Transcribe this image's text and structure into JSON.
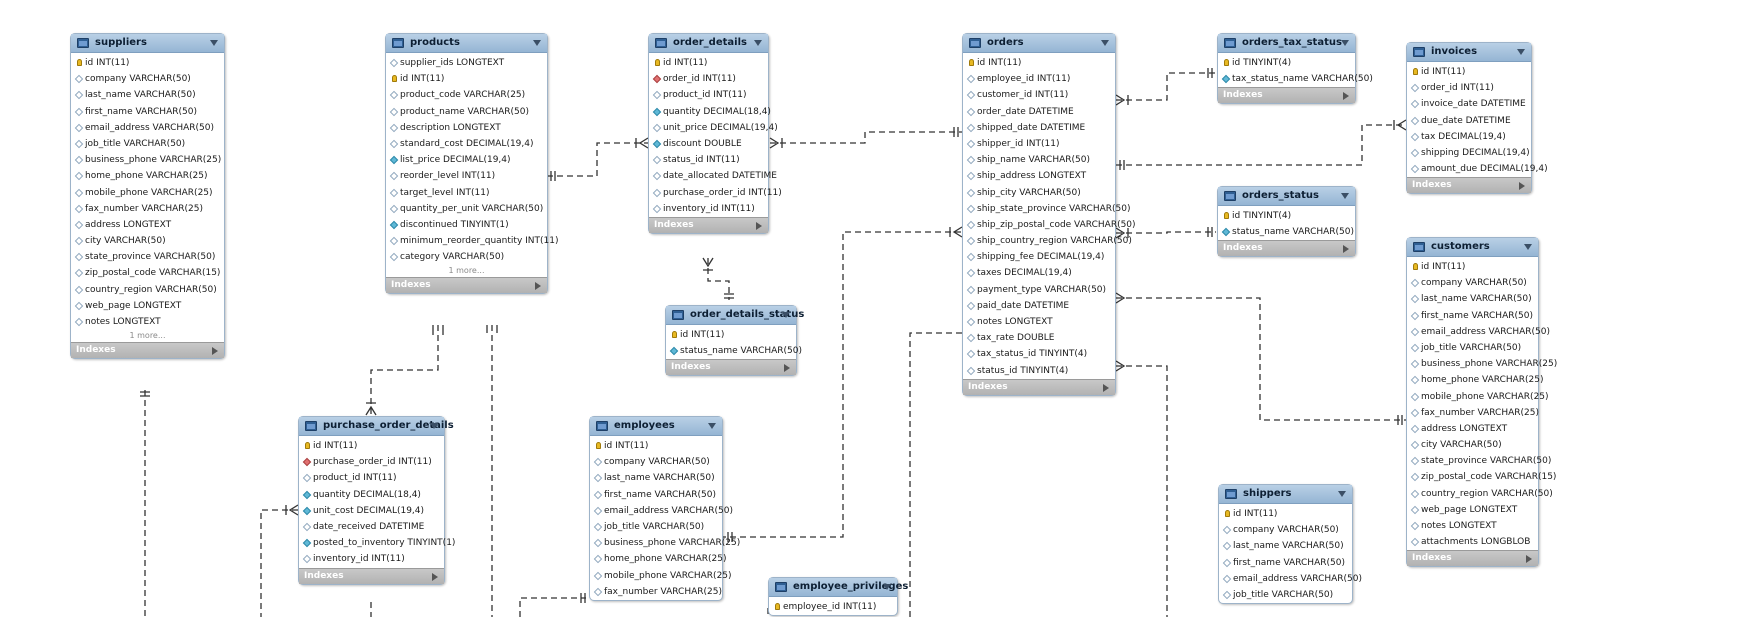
{
  "tables": [
    {
      "key": "suppliers",
      "name": "suppliers",
      "more": "1 more...",
      "indexes": "Indexes",
      "columns": [
        {
          "t": "id INT(11)",
          "k": "pk"
        },
        {
          "t": "company VARCHAR(50)",
          "k": "col-plain"
        },
        {
          "t": "last_name VARCHAR(50)",
          "k": "col-plain"
        },
        {
          "t": "first_name VARCHAR(50)",
          "k": "col-plain"
        },
        {
          "t": "email_address VARCHAR(50)",
          "k": "col-plain"
        },
        {
          "t": "job_title VARCHAR(50)",
          "k": "col-plain"
        },
        {
          "t": "business_phone VARCHAR(25)",
          "k": "col-plain"
        },
        {
          "t": "home_phone VARCHAR(25)",
          "k": "col-plain"
        },
        {
          "t": "mobile_phone VARCHAR(25)",
          "k": "col-plain"
        },
        {
          "t": "fax_number VARCHAR(25)",
          "k": "col-plain"
        },
        {
          "t": "address LONGTEXT",
          "k": "col-plain"
        },
        {
          "t": "city VARCHAR(50)",
          "k": "col-plain"
        },
        {
          "t": "state_province VARCHAR(50)",
          "k": "col-plain"
        },
        {
          "t": "zip_postal_code VARCHAR(15)",
          "k": "col-plain"
        },
        {
          "t": "country_region VARCHAR(50)",
          "k": "col-plain"
        },
        {
          "t": "web_page LONGTEXT",
          "k": "col-plain"
        },
        {
          "t": "notes LONGTEXT",
          "k": "col-plain"
        }
      ]
    },
    {
      "key": "products",
      "name": "products",
      "more": "1 more...",
      "indexes": "Indexes",
      "columns": [
        {
          "t": "supplier_ids LONGTEXT",
          "k": "col-plain"
        },
        {
          "t": "id INT(11)",
          "k": "pk"
        },
        {
          "t": "product_code VARCHAR(25)",
          "k": "col-plain"
        },
        {
          "t": "product_name VARCHAR(50)",
          "k": "col-plain"
        },
        {
          "t": "description LONGTEXT",
          "k": "col-plain"
        },
        {
          "t": "standard_cost DECIMAL(19,4)",
          "k": "col-plain"
        },
        {
          "t": "list_price DECIMAL(19,4)",
          "k": "nn"
        },
        {
          "t": "reorder_level INT(11)",
          "k": "col-plain"
        },
        {
          "t": "target_level INT(11)",
          "k": "col-plain"
        },
        {
          "t": "quantity_per_unit VARCHAR(50)",
          "k": "col-plain"
        },
        {
          "t": "discontinued TINYINT(1)",
          "k": "nn"
        },
        {
          "t": "minimum_reorder_quantity INT(11)",
          "k": "col-plain"
        },
        {
          "t": "category VARCHAR(50)",
          "k": "col-plain"
        }
      ]
    },
    {
      "key": "order_details",
      "name": "order_details",
      "more": "",
      "indexes": "Indexes",
      "columns": [
        {
          "t": "id INT(11)",
          "k": "pk"
        },
        {
          "t": "order_id INT(11)",
          "k": "fk"
        },
        {
          "t": "product_id INT(11)",
          "k": "col-plain"
        },
        {
          "t": "quantity DECIMAL(18,4)",
          "k": "nn"
        },
        {
          "t": "unit_price DECIMAL(19,4)",
          "k": "col-plain"
        },
        {
          "t": "discount DOUBLE",
          "k": "nn"
        },
        {
          "t": "status_id INT(11)",
          "k": "col-plain"
        },
        {
          "t": "date_allocated DATETIME",
          "k": "col-plain"
        },
        {
          "t": "purchase_order_id INT(11)",
          "k": "col-plain"
        },
        {
          "t": "inventory_id INT(11)",
          "k": "col-plain"
        }
      ]
    },
    {
      "key": "order_details_status",
      "name": "order_details_status",
      "more": "",
      "indexes": "Indexes",
      "columns": [
        {
          "t": "id INT(11)",
          "k": "pk"
        },
        {
          "t": "status_name VARCHAR(50)",
          "k": "nn"
        }
      ]
    },
    {
      "key": "orders",
      "name": "orders",
      "more": "",
      "indexes": "Indexes",
      "columns": [
        {
          "t": "id INT(11)",
          "k": "pk"
        },
        {
          "t": "employee_id INT(11)",
          "k": "col-plain"
        },
        {
          "t": "customer_id INT(11)",
          "k": "col-plain"
        },
        {
          "t": "order_date DATETIME",
          "k": "col-plain"
        },
        {
          "t": "shipped_date DATETIME",
          "k": "col-plain"
        },
        {
          "t": "shipper_id INT(11)",
          "k": "col-plain"
        },
        {
          "t": "ship_name VARCHAR(50)",
          "k": "col-plain"
        },
        {
          "t": "ship_address LONGTEXT",
          "k": "col-plain"
        },
        {
          "t": "ship_city VARCHAR(50)",
          "k": "col-plain"
        },
        {
          "t": "ship_state_province VARCHAR(50)",
          "k": "col-plain"
        },
        {
          "t": "ship_zip_postal_code VARCHAR(50)",
          "k": "col-plain"
        },
        {
          "t": "ship_country_region VARCHAR(50)",
          "k": "col-plain"
        },
        {
          "t": "shipping_fee DECIMAL(19,4)",
          "k": "col-plain"
        },
        {
          "t": "taxes DECIMAL(19,4)",
          "k": "col-plain"
        },
        {
          "t": "payment_type VARCHAR(50)",
          "k": "col-plain"
        },
        {
          "t": "paid_date DATETIME",
          "k": "col-plain"
        },
        {
          "t": "notes LONGTEXT",
          "k": "col-plain"
        },
        {
          "t": "tax_rate DOUBLE",
          "k": "col-plain"
        },
        {
          "t": "tax_status_id TINYINT(4)",
          "k": "col-plain"
        },
        {
          "t": "status_id TINYINT(4)",
          "k": "col-plain"
        }
      ]
    },
    {
      "key": "orders_tax_status",
      "name": "orders_tax_status",
      "more": "",
      "indexes": "Indexes",
      "columns": [
        {
          "t": "id TINYINT(4)",
          "k": "pk"
        },
        {
          "t": "tax_status_name VARCHAR(50)",
          "k": "nn"
        }
      ]
    },
    {
      "key": "invoices",
      "name": "invoices",
      "more": "",
      "indexes": "Indexes",
      "columns": [
        {
          "t": "id INT(11)",
          "k": "pk"
        },
        {
          "t": "order_id INT(11)",
          "k": "col-plain"
        },
        {
          "t": "invoice_date DATETIME",
          "k": "col-plain"
        },
        {
          "t": "due_date DATETIME",
          "k": "col-plain"
        },
        {
          "t": "tax DECIMAL(19,4)",
          "k": "col-plain"
        },
        {
          "t": "shipping DECIMAL(19,4)",
          "k": "col-plain"
        },
        {
          "t": "amount_due DECIMAL(19,4)",
          "k": "col-plain"
        }
      ]
    },
    {
      "key": "orders_status",
      "name": "orders_status",
      "more": "",
      "indexes": "Indexes",
      "columns": [
        {
          "t": "id TINYINT(4)",
          "k": "pk"
        },
        {
          "t": "status_name VARCHAR(50)",
          "k": "nn"
        }
      ]
    },
    {
      "key": "customers",
      "name": "customers",
      "more": "",
      "indexes": "Indexes",
      "columns": [
        {
          "t": "id INT(11)",
          "k": "pk"
        },
        {
          "t": "company VARCHAR(50)",
          "k": "col-plain"
        },
        {
          "t": "last_name VARCHAR(50)",
          "k": "col-plain"
        },
        {
          "t": "first_name VARCHAR(50)",
          "k": "col-plain"
        },
        {
          "t": "email_address VARCHAR(50)",
          "k": "col-plain"
        },
        {
          "t": "job_title VARCHAR(50)",
          "k": "col-plain"
        },
        {
          "t": "business_phone VARCHAR(25)",
          "k": "col-plain"
        },
        {
          "t": "home_phone VARCHAR(25)",
          "k": "col-plain"
        },
        {
          "t": "mobile_phone VARCHAR(25)",
          "k": "col-plain"
        },
        {
          "t": "fax_number VARCHAR(25)",
          "k": "col-plain"
        },
        {
          "t": "address LONGTEXT",
          "k": "col-plain"
        },
        {
          "t": "city VARCHAR(50)",
          "k": "col-plain"
        },
        {
          "t": "state_province VARCHAR(50)",
          "k": "col-plain"
        },
        {
          "t": "zip_postal_code VARCHAR(15)",
          "k": "col-plain"
        },
        {
          "t": "country_region VARCHAR(50)",
          "k": "col-plain"
        },
        {
          "t": "web_page LONGTEXT",
          "k": "col-plain"
        },
        {
          "t": "notes LONGTEXT",
          "k": "col-plain"
        },
        {
          "t": "attachments LONGBLOB",
          "k": "col-plain"
        }
      ]
    },
    {
      "key": "purchase_order_details",
      "name": "purchase_order_details",
      "more": "",
      "indexes": "Indexes",
      "columns": [
        {
          "t": "id INT(11)",
          "k": "pk"
        },
        {
          "t": "purchase_order_id INT(11)",
          "k": "fk"
        },
        {
          "t": "product_id INT(11)",
          "k": "col-plain"
        },
        {
          "t": "quantity DECIMAL(18,4)",
          "k": "nn"
        },
        {
          "t": "unit_cost DECIMAL(19,4)",
          "k": "nn"
        },
        {
          "t": "date_received DATETIME",
          "k": "col-plain"
        },
        {
          "t": "posted_to_inventory TINYINT(1)",
          "k": "nn"
        },
        {
          "t": "inventory_id INT(11)",
          "k": "col-plain"
        }
      ]
    },
    {
      "key": "employees",
      "name": "employees",
      "more": "",
      "indexes": "",
      "columns": [
        {
          "t": "id INT(11)",
          "k": "pk"
        },
        {
          "t": "company VARCHAR(50)",
          "k": "col-plain"
        },
        {
          "t": "last_name VARCHAR(50)",
          "k": "col-plain"
        },
        {
          "t": "first_name VARCHAR(50)",
          "k": "col-plain"
        },
        {
          "t": "email_address VARCHAR(50)",
          "k": "col-plain"
        },
        {
          "t": "job_title VARCHAR(50)",
          "k": "col-plain"
        },
        {
          "t": "business_phone VARCHAR(25)",
          "k": "col-plain"
        },
        {
          "t": "home_phone VARCHAR(25)",
          "k": "col-plain"
        },
        {
          "t": "mobile_phone VARCHAR(25)",
          "k": "col-plain"
        },
        {
          "t": "fax_number VARCHAR(25)",
          "k": "col-plain"
        }
      ]
    },
    {
      "key": "employee_privileges",
      "name": "employee_privileges",
      "more": "",
      "indexes": "",
      "columns": [
        {
          "t": "employee_id INT(11)",
          "k": "pk"
        }
      ]
    },
    {
      "key": "shippers",
      "name": "shippers",
      "more": "",
      "indexes": "",
      "columns": [
        {
          "t": "id INT(11)",
          "k": "pk"
        },
        {
          "t": "company VARCHAR(50)",
          "k": "col-plain"
        },
        {
          "t": "last_name VARCHAR(50)",
          "k": "col-plain"
        },
        {
          "t": "first_name VARCHAR(50)",
          "k": "col-plain"
        },
        {
          "t": "email_address VARCHAR(50)",
          "k": "col-plain"
        },
        {
          "t": "job_title VARCHAR(50)",
          "k": "col-plain"
        }
      ]
    }
  ]
}
